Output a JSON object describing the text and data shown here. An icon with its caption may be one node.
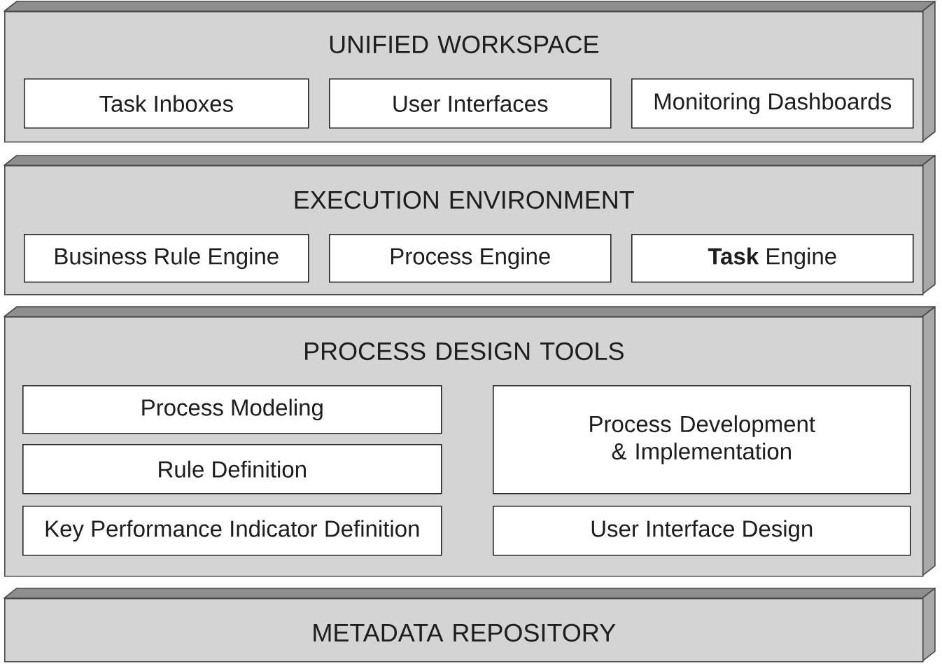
{
  "diagram": {
    "nodes": [
      {
        "text": [
          "UNIFIED WORKSPACE"
        ]
      },
      {
        "text": [
          "Task Inboxes"
        ],
        "in": 0
      },
      {
        "text": [
          "User Interfaces"
        ],
        "in": 0
      },
      {
        "text": [
          "Monitoring Dashboards"
        ],
        "in": 0
      },
      {
        "text": [
          "EXECUTION ENVIRONMENT"
        ]
      },
      {
        "text": [
          "Business Rule Engine"
        ],
        "in": 4
      },
      {
        "text": [
          "Process Engine"
        ],
        "in": 4
      },
      {
        "text": [
          "**Task** Engine"
        ],
        "in": 4
      },
      {
        "text": [
          "PROCESS DESIGN TOOLS"
        ]
      },
      {
        "text": [
          "Process Modeling"
        ],
        "in": 8
      },
      {
        "text": [
          "Process Development & Implementation"
        ],
        "in": 8
      },
      {
        "text": [
          "Rule Definition"
        ],
        "in": 8
      },
      {
        "text": [
          "Key Performance Indicator Definition"
        ],
        "in": 8
      },
      {
        "text": [
          "User Interface Design"
        ],
        "in": 8
      },
      {
        "text": [
          "METADATA REPOSITORY"
        ]
      }
    ]
  }
}
